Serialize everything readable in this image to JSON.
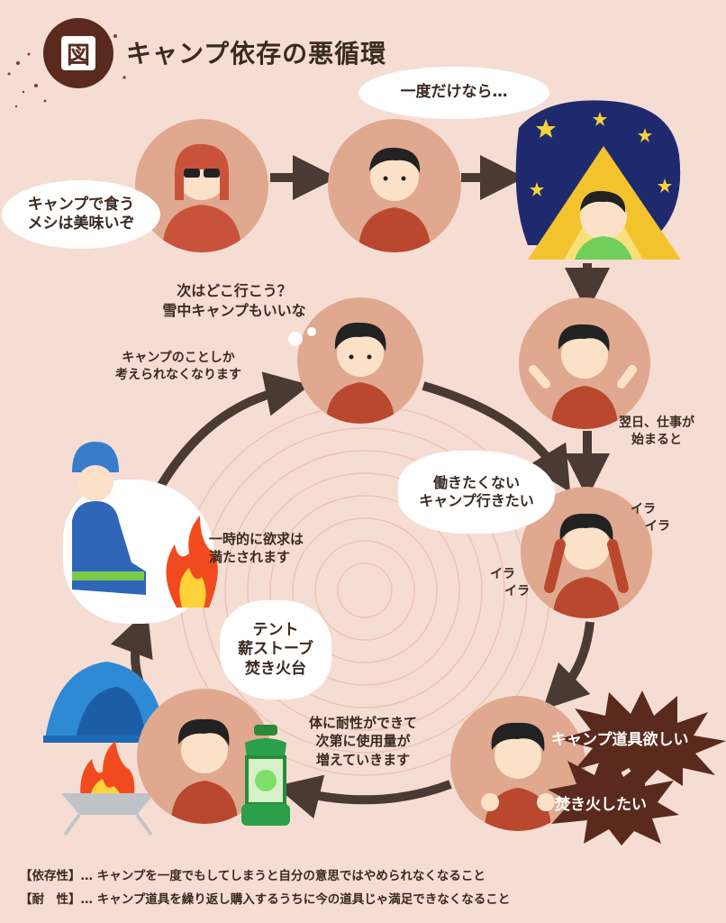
{
  "figure": {
    "badge": "図",
    "title": "キャンプ依存の悪循環"
  },
  "speech": {
    "friend": [
      "キャンプで食う",
      "メシは美味いぞ"
    ],
    "once": "一度だけなら…",
    "next_place": [
      "次はどこ行こう？",
      "雪中キャンプもいいな"
    ],
    "dont_want_work": [
      "働きたくない",
      "キャンプ行きたい"
    ],
    "gear_list": [
      "テント",
      "薪ストーブ",
      "焚き火台"
    ]
  },
  "captions": {
    "only_camp": [
      "キャンプのことしか",
      "考えられなくなります"
    ],
    "next_day": [
      "翌日、仕事が",
      "始まると"
    ],
    "satisfied": [
      "一時的に欲求は",
      "満たされます"
    ],
    "tolerance": [
      "体に耐性ができて",
      "次第に使用量が",
      "増えていきます"
    ],
    "ira1": [
      "イラ",
      "イラ"
    ],
    "ira2": [
      "イラ",
      "イラ"
    ]
  },
  "bursts": {
    "want_gear": "キャンプ道具欲しい",
    "want_fire": "焚き火したい"
  },
  "footer": {
    "dependency": "【依存性】… キャンプを一度でもしてしまうと自分の意思ではやめられなくなること",
    "tolerance": "【耐　性】… キャンプ道具を繰り返し購入するうちに今の道具じゃ満足できなくなること"
  },
  "colors": {
    "background": "#f6ddd3",
    "circle": "#dfa88f",
    "arrow": "#4a3a33",
    "accent": "#5a2a1e",
    "burst": "#5a2a1e"
  },
  "icons": [
    "person-sunglasses-icon",
    "person-icon",
    "tent-night-icon",
    "person-angry-icon",
    "camper-bonfire-icon",
    "tent-icon",
    "fire-pit-icon",
    "lantern-icon"
  ]
}
